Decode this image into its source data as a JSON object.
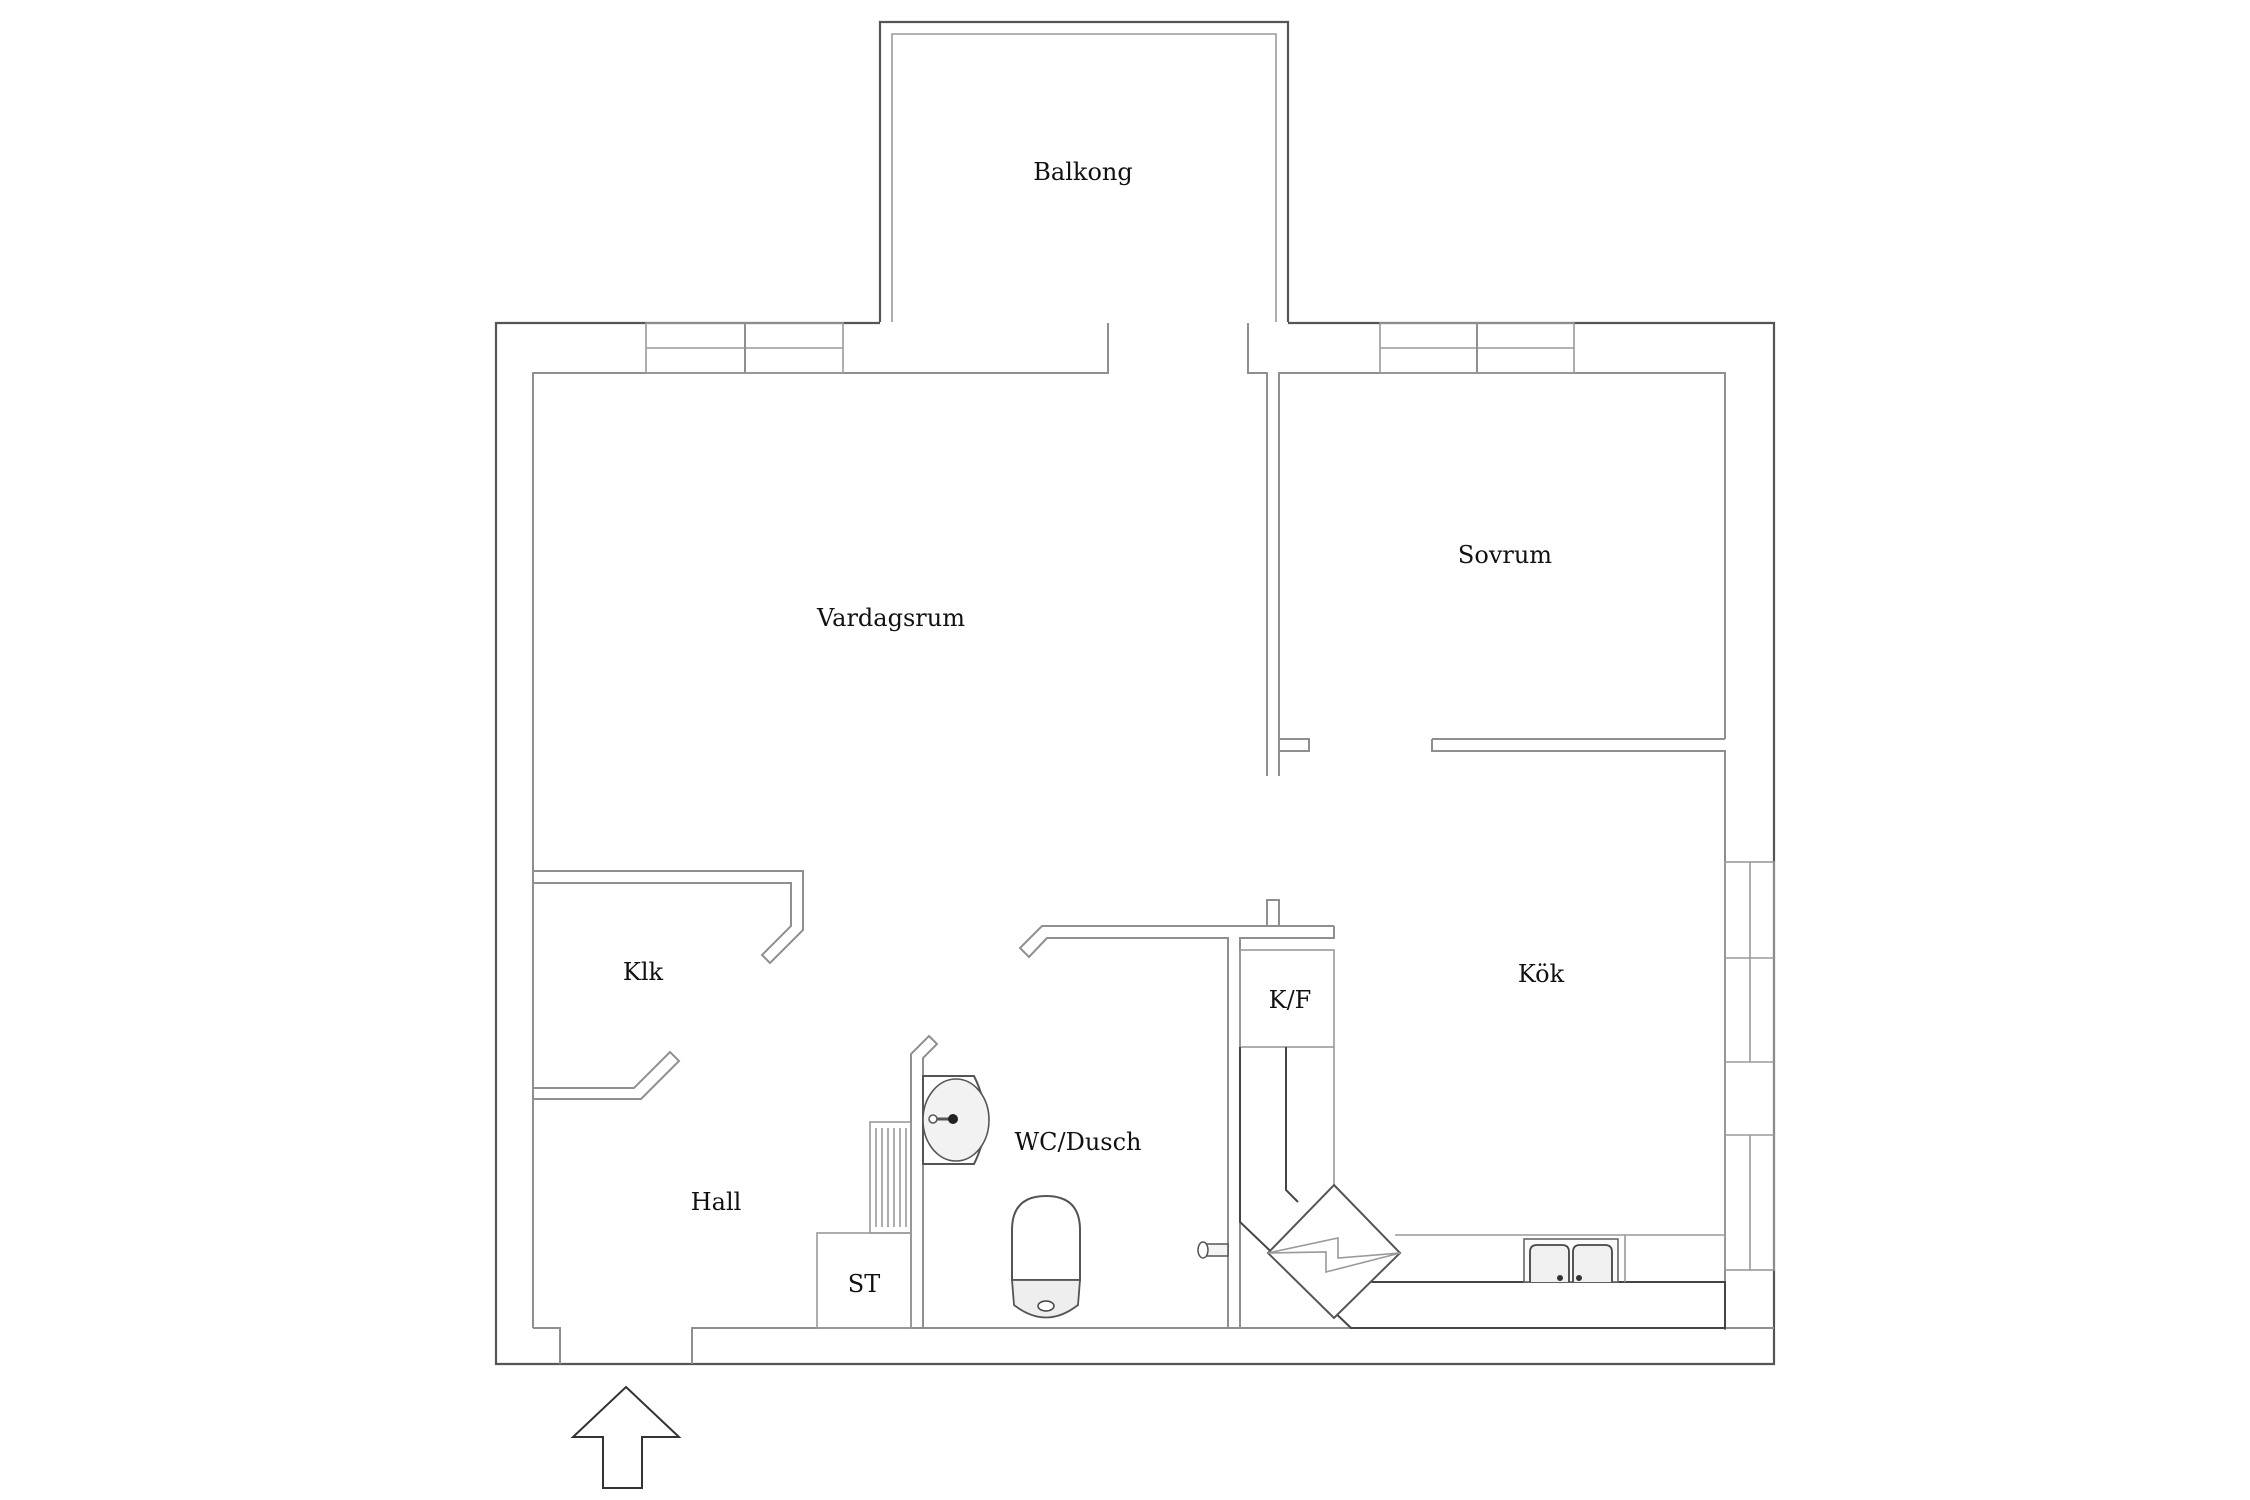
{
  "plan": {
    "type": "apartment floor plan",
    "rooms": [
      {
        "id": "balkong",
        "label": "Balkong"
      },
      {
        "id": "vardagsrum",
        "label": "Vardagsrum"
      },
      {
        "id": "sovrum",
        "label": "Sovrum"
      },
      {
        "id": "kok",
        "label": "Kök"
      },
      {
        "id": "klk",
        "label": "Klk"
      },
      {
        "id": "hall",
        "label": "Hall"
      },
      {
        "id": "wc_dusch",
        "label": "WC/Dusch"
      },
      {
        "id": "st",
        "label": "ST"
      },
      {
        "id": "kf",
        "label": "K/F"
      }
    ],
    "fixtures": [
      "washbasin",
      "toilet",
      "shower-head",
      "radiator",
      "stove",
      "double-sink",
      "kitchen-counter"
    ],
    "entrance": {
      "icon": "entrance-arrow-up-icon"
    },
    "colors": {
      "outer_wall": "#555555",
      "inner_wall": "#8f8f8f",
      "text": "#111111",
      "background": "#ffffff"
    }
  }
}
